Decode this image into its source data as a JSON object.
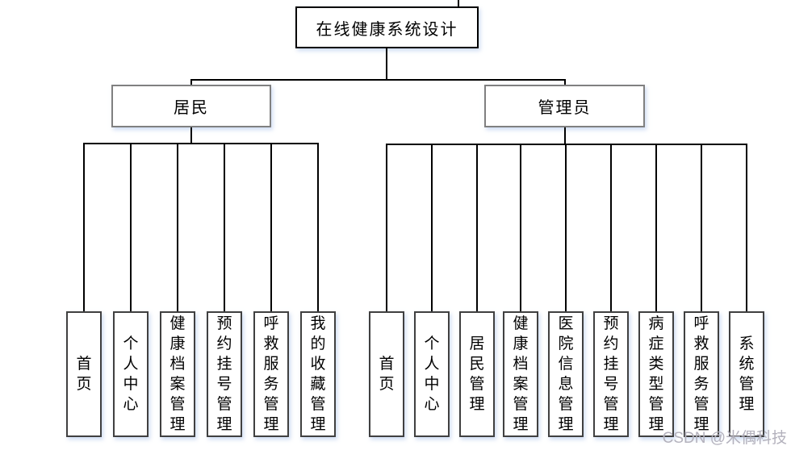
{
  "title": {
    "label": "在线健康系统设计"
  },
  "branches": [
    {
      "label": "居民",
      "children": [
        {
          "label": "首页"
        },
        {
          "label": "个人中心"
        },
        {
          "label": "健康档案管理"
        },
        {
          "label": "预约挂号管理"
        },
        {
          "label": "呼救服务管理"
        },
        {
          "label": "我的收藏管理"
        }
      ]
    },
    {
      "label": "管理员",
      "children": [
        {
          "label": "首页"
        },
        {
          "label": "个人中心"
        },
        {
          "label": "居民管理"
        },
        {
          "label": "健康档案管理"
        },
        {
          "label": "医院信息管理"
        },
        {
          "label": "预约挂号管理"
        },
        {
          "label": "病症类型管理"
        },
        {
          "label": "呼救服务管理"
        },
        {
          "label": "系统管理"
        }
      ]
    }
  ],
  "watermark": {
    "label": "CSDN @米偶科技",
    "color": "#b3b1bc"
  },
  "colors": {
    "line": "#000000",
    "root_border": "#000000",
    "branch_border": "#808080",
    "leaf_border": "#404040",
    "background": "#ffffff"
  }
}
